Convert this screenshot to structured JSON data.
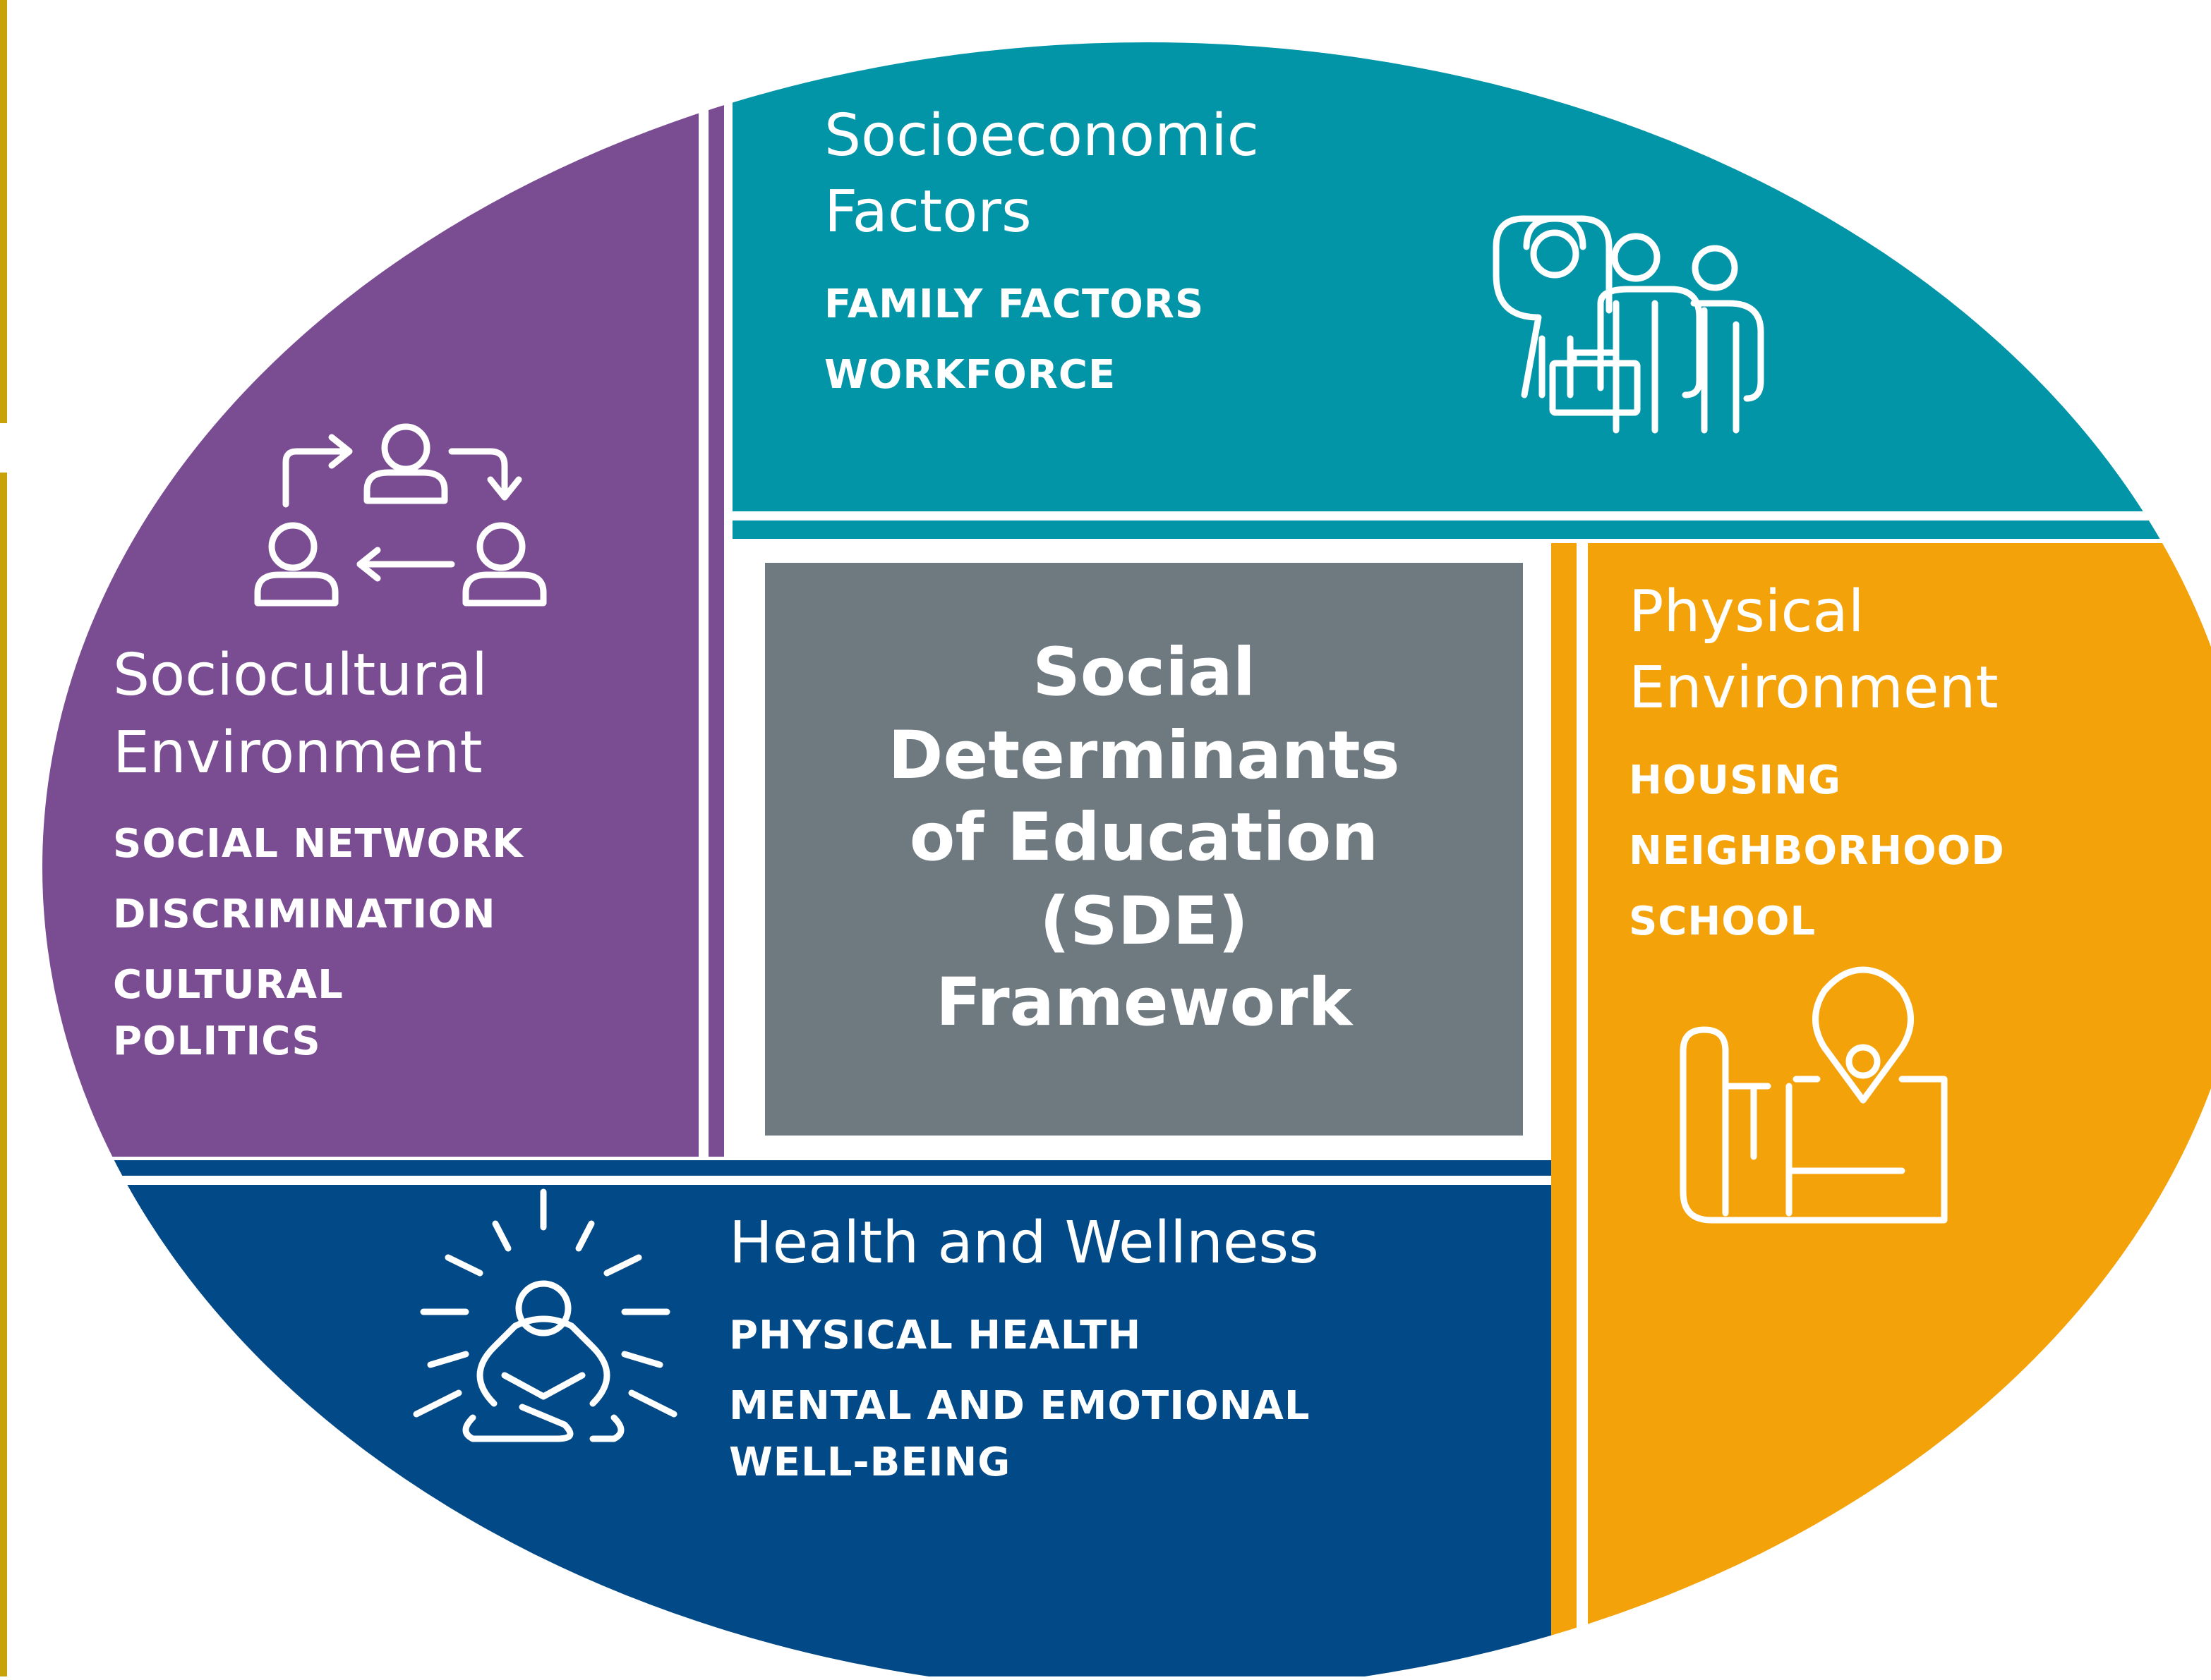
{
  "center": {
    "lines": [
      "Social",
      "Determinants",
      "of Education",
      "(SDE)",
      "Framework"
    ]
  },
  "socioeconomic": {
    "title": [
      "Socioeconomic",
      "Factors"
    ],
    "items": [
      "FAMILY FACTORS",
      "WORKFORCE"
    ],
    "icon": "people-briefcase-icon",
    "color": "#0295A8"
  },
  "sociocultural": {
    "title": [
      "Sociocultural",
      "Environment"
    ],
    "items": [
      "SOCIAL NETWORK",
      "DISCRIMINATION",
      "CULTURAL",
      "POLITICS"
    ],
    "icon": "people-exchange-icon",
    "color": "#7A4C92"
  },
  "physical": {
    "title": [
      "Physical",
      "Environment"
    ],
    "items": [
      "HOUSING",
      "NEIGHBORHOOD",
      "SCHOOL"
    ],
    "icon": "map-pin-icon",
    "color": "#F4A20A"
  },
  "health": {
    "title": [
      "Health and Wellness"
    ],
    "items": [
      "PHYSICAL HEALTH",
      "MENTAL AND EMOTIONAL",
      "WELL-BEING"
    ],
    "icon": "meditation-icon",
    "color": "#024A87"
  },
  "center_color": "#6F7A80",
  "accent_bar_color": "#C9A20A"
}
